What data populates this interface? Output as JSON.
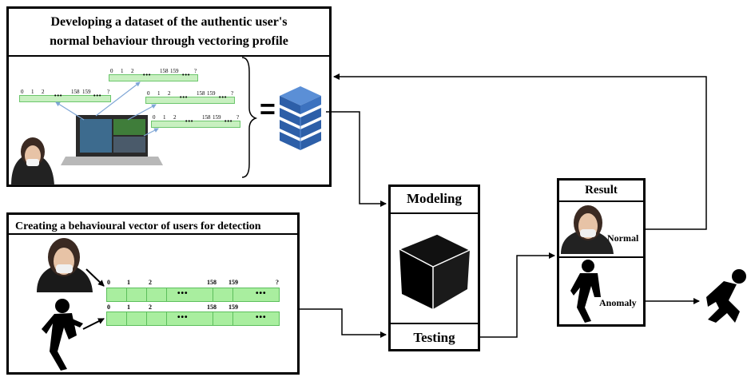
{
  "top_panel": {
    "title_line1": "Developing a dataset of the authentic user's",
    "title_line2": "normal behaviour through vectoring profile"
  },
  "bottom_panel": {
    "title": "Creating a behavioural vector of users for detection",
    "vector_indices": [
      "0",
      "1",
      "2",
      "158",
      "159",
      "?"
    ],
    "dots": "•••"
  },
  "small_vector_indices": [
    "0",
    "1",
    "2",
    "158",
    "159",
    "?"
  ],
  "equals": "=",
  "model_box": {
    "modeling": "Modeling",
    "testing": "Testing"
  },
  "result_box": {
    "title": "Result",
    "normal": "Normal",
    "anomaly": "Anomaly"
  }
}
